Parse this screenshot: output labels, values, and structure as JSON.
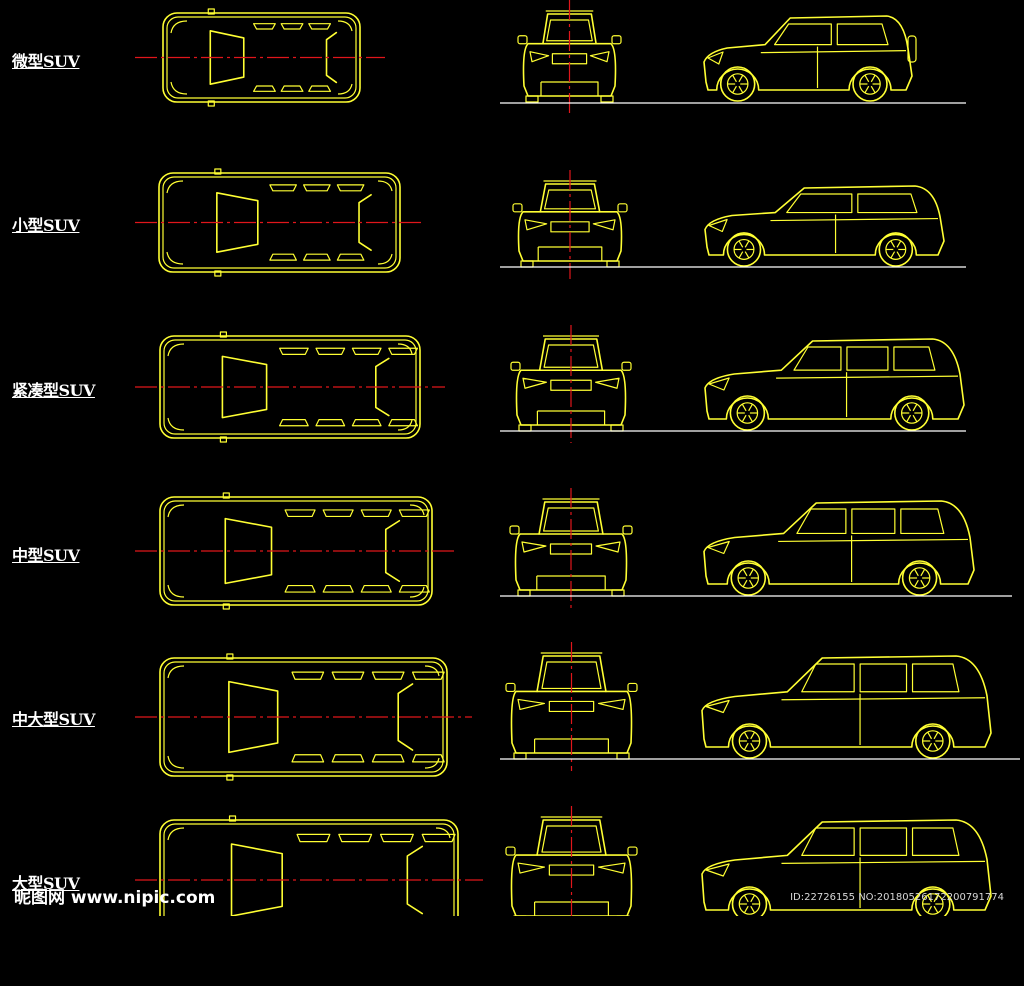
{
  "colors": {
    "background": "#000000",
    "line": "#ffff33",
    "centerline": "#e0161b",
    "ground": "#ffffff",
    "label": "#ffffff"
  },
  "rows": [
    {
      "id": "micro",
      "label": "微型SUV"
    },
    {
      "id": "small",
      "label": "小型SUV"
    },
    {
      "id": "compact",
      "label": "紧凑型SUV"
    },
    {
      "id": "midsize",
      "label": "中型SUV"
    },
    {
      "id": "midlarge",
      "label": "中大型SUV"
    },
    {
      "id": "large",
      "label": "大型SUV"
    }
  ],
  "watermark": {
    "logo": "昵图网 www.nipic.com",
    "id_text": "ID:22726155 NO:20180526172200791774"
  }
}
